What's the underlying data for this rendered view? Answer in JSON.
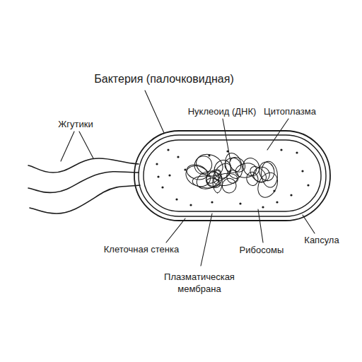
{
  "diagram": {
    "labels": [
      "Бактерия (палочковидная)",
      "Нуклеоид (ДНК)",
      "Цитоплазма",
      "Жгутики",
      "Капсула",
      "Клеточная стенка",
      "Рибосомы",
      "Плазматическая мембрана"
    ]
  }
}
